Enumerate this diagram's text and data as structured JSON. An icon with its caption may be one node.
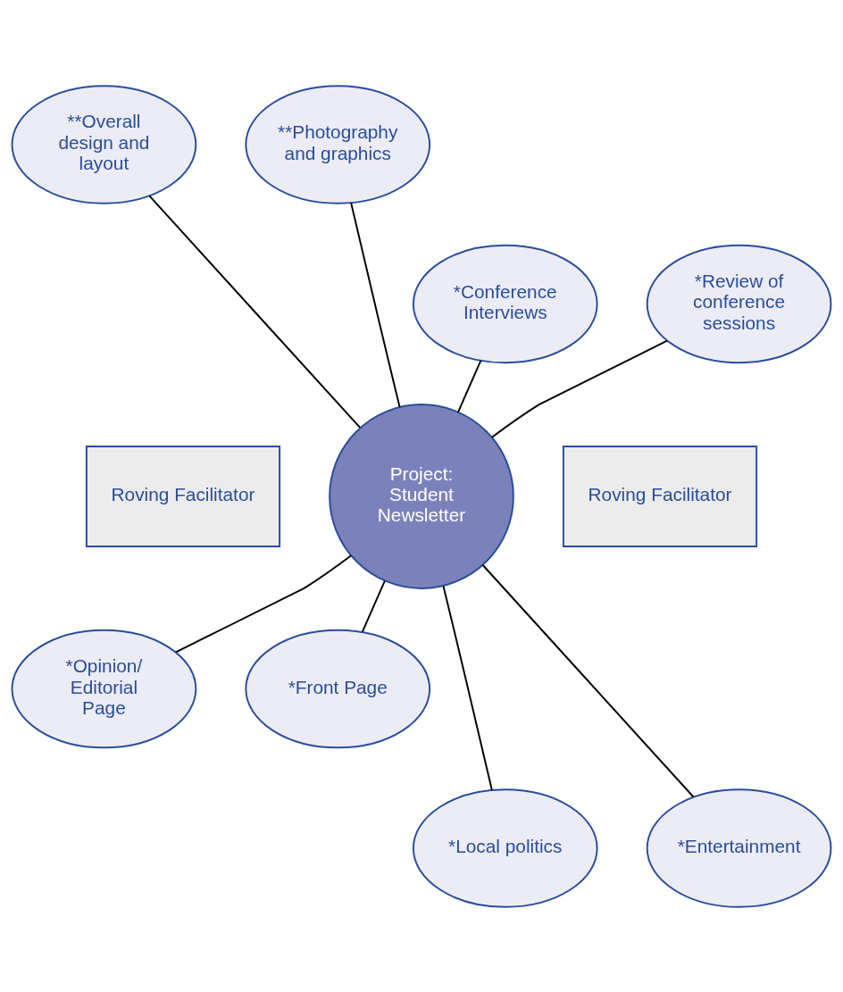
{
  "diagram": {
    "nodes": [
      {
        "text": [
          "**Overall design and layout"
        ]
      },
      {
        "text": [
          "**Photography and graphics"
        ]
      },
      {
        "text": [
          "*Conference Interviews"
        ]
      },
      {
        "text": [
          "*Review of conference sessions"
        ]
      },
      {
        "text": [
          "Roving Facilitator"
        ]
      },
      {
        "text": [
          "Project: Student Newsletter"
        ]
      },
      {
        "text": [
          "Roving Facilitator"
        ]
      },
      {
        "text": [
          "*Opinion/ Editorial Page"
        ]
      },
      {
        "text": [
          "*Front Page"
        ]
      },
      {
        "text": [
          "*Local politics"
        ]
      },
      {
        "text": [
          "*Entertainment"
        ]
      }
    ],
    "edges": [
      {
        "from": 0,
        "to": 5,
        "arrow": "none"
      },
      {
        "from": 1,
        "to": 5,
        "arrow": "none"
      },
      {
        "from": 2,
        "to": 5,
        "arrow": "none"
      },
      {
        "from": 3,
        "to": 5,
        "arrow": "none"
      },
      {
        "from": 5,
        "to": 7,
        "arrow": "none"
      },
      {
        "from": 5,
        "to": 8,
        "arrow": "none"
      },
      {
        "from": 5,
        "to": 9,
        "arrow": "none"
      },
      {
        "from": 5,
        "to": 10,
        "arrow": "none"
      }
    ]
  }
}
